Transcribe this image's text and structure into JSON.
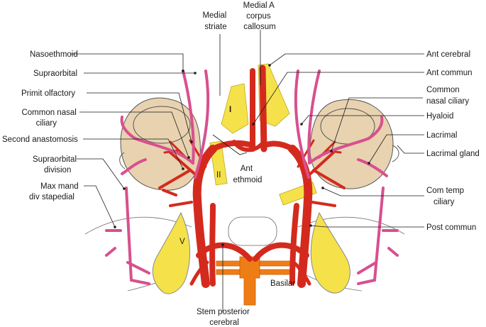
{
  "labels": {
    "medial_striate": [
      "Medial",
      "striate"
    ],
    "medial_a_corpus_callosum": [
      "Medial A",
      "corpus",
      "callosum"
    ],
    "nasoethmoid": "Nasoethmoid",
    "supraorbital": "Supraorbital",
    "primit_olfactory": "Primit olfactory",
    "common_nasal_ciliary_left": [
      "Common nasal",
      "ciliary"
    ],
    "second_anastomosis": "Second anastomosis",
    "supraorbital_division": [
      "Supraorbital",
      "division"
    ],
    "max_mand_div_stapedial": [
      "Max mand",
      "div stapedial"
    ],
    "ant_ethmoid": [
      "Ant",
      "ethmoid"
    ],
    "ant_cerebral": "Ant cerebral",
    "ant_commun": "Ant commun",
    "common_nasal_ciliary_right": [
      "Common",
      "nasal ciliary"
    ],
    "hyaloid": "Hyaloid",
    "lacrimal": "Lacrimal",
    "lacrimal_gland": "Lacrimal gland",
    "com_temp_ciliary": [
      "Com temp",
      "ciliary"
    ],
    "post_commun": "Post commun",
    "basilar": "Basilar",
    "stem_posterior_cerebral": [
      "Stem posterior",
      "cerebral"
    ]
  },
  "structure_marks": {
    "nerve_I": "I",
    "nerve_II": "II",
    "nerve_V": "V"
  },
  "colors": {
    "artery": "#d42a1e",
    "artery_dark": "#a8180f",
    "stapedial_branch": "#d8508e",
    "basilar": "#ef7d16",
    "eye": "#e8d2b0",
    "nerve": "#f5e24a",
    "outline": "#555555"
  }
}
